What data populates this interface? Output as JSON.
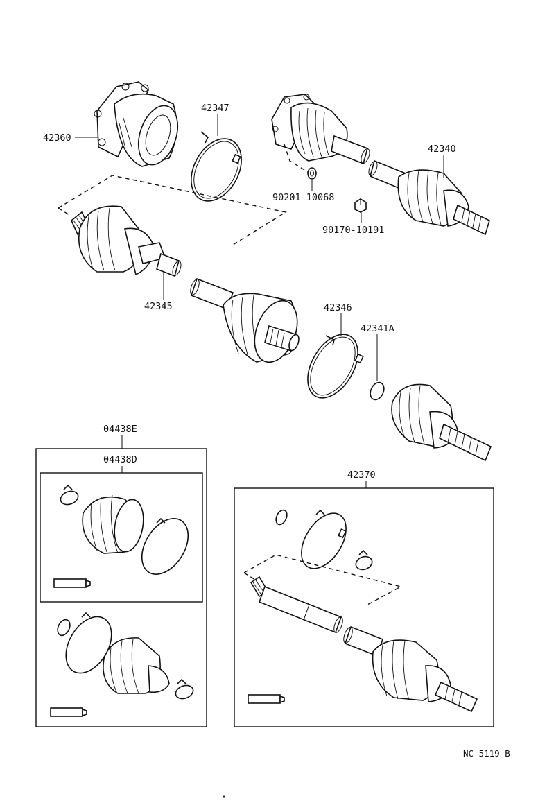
{
  "part_numbers": {
    "p42360": "42360",
    "p42347": "42347",
    "p42340": "42340",
    "p90201": "90201-10068",
    "p90170": "90170-10191",
    "p42345": "42345",
    "p42346": "42346",
    "p42341A": "42341A",
    "p04438E": "04438E",
    "p04438D": "04438D",
    "p42370": "42370"
  },
  "diagram_code": "NC 5119-B",
  "colors": {
    "ink": "#111111",
    "paper": "#ffffff"
  }
}
